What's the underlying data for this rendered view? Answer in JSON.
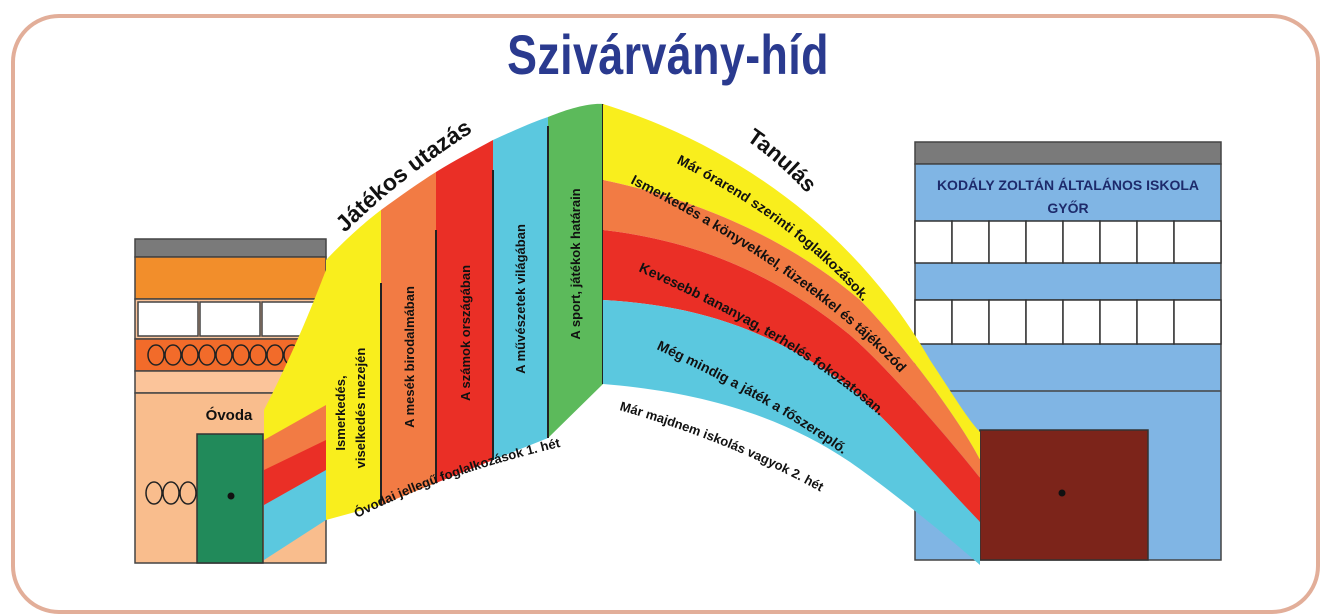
{
  "title": "Szivárvány-híd",
  "left_building": {
    "label": "Óvoda"
  },
  "right_building": {
    "label_line1": "KODÁLY ZOLTÁN ÁLTALÁNOS ISKOLA",
    "label_line2": "GYŐR"
  },
  "left_arc": {
    "heading": "Játékos utazás",
    "columns": [
      "Ismerkedés,",
      "viselkedés mezején",
      "A mesék birodalmában",
      "A számok országában",
      "A művészetek világában",
      "A sport, játékok határain"
    ],
    "bottom_label": "Óvodai jellegű foglalkozások 1. hét"
  },
  "right_arc": {
    "heading": "Tanulás",
    "bands": [
      "Már órarend szerinti foglalkozások.",
      "Ismerkedés a könyvekkel, füzetekkel és tájékozódás bennük.",
      "Kevesebb tananyag, terhelés fokozatosan.",
      "Még mindig a játék a főszereplő."
    ],
    "bottom_label": "Már majdnem iskolás vagyok 2. hét"
  },
  "colors": {
    "yellow": "#f9ee1d",
    "orange": "#f27b44",
    "red": "#ea2f26",
    "cyan": "#5bc8df",
    "green": "#5cba5b",
    "title": "#2a3a8f",
    "school": "#80b5e4",
    "kinder": "#f9bd8d",
    "door_green": "#218a5a",
    "door_brown": "#7c241a"
  }
}
